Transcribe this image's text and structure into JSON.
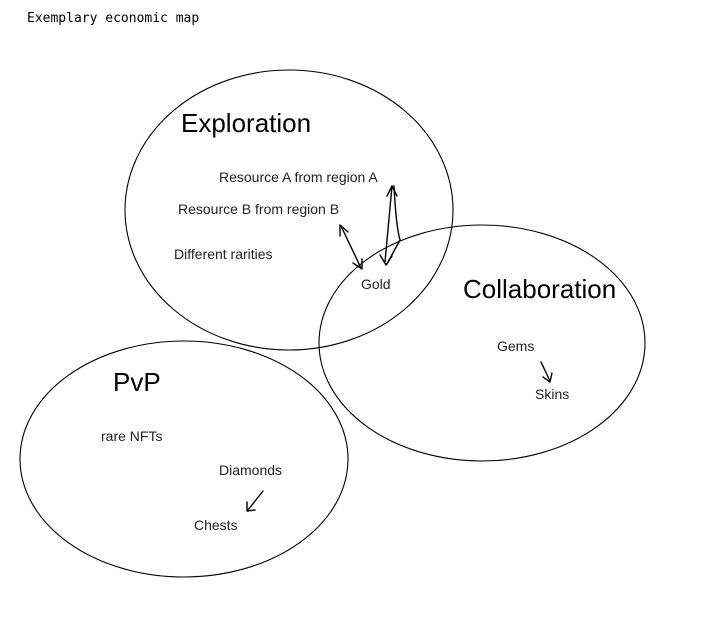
{
  "page": {
    "title": "Exemplary economic map"
  },
  "regions": {
    "exploration": {
      "title": "Exploration",
      "items": [
        "Resource A from region A",
        "Resource B from region B",
        "Different rarities"
      ]
    },
    "collaboration": {
      "title": "Collaboration",
      "items": [
        "Gems",
        "Skins"
      ]
    },
    "pvp": {
      "title": "PvP",
      "items": [
        "rare NFTs",
        "Diamonds",
        "Chests"
      ]
    },
    "overlap": {
      "items": [
        "Gold"
      ]
    }
  },
  "flows": [
    {
      "from": "Resource A from region A",
      "to": "Gold",
      "direction": "bidirectional"
    },
    {
      "from": "Resource B from region B",
      "to": "Gold",
      "direction": "bidirectional"
    },
    {
      "from": "Gems",
      "to": "Skins",
      "direction": "forward"
    },
    {
      "from": "Diamonds",
      "to": "Chests",
      "direction": "forward"
    }
  ],
  "colors": {
    "stroke": "#000000",
    "text": "#222222",
    "background": "#ffffff"
  }
}
